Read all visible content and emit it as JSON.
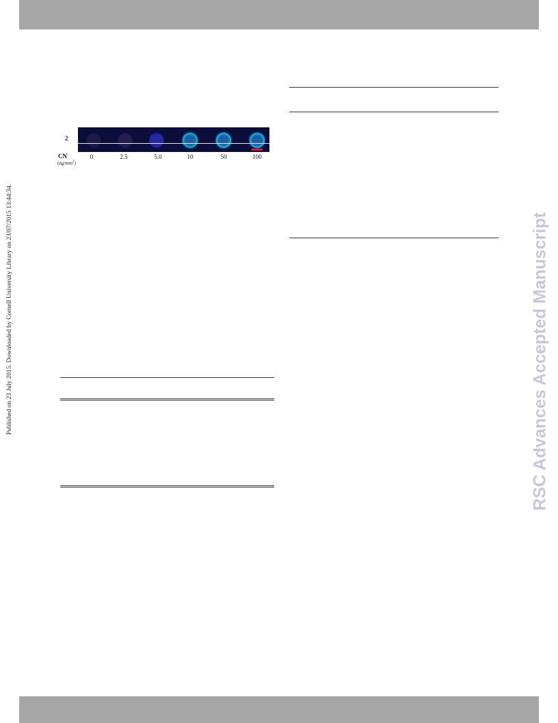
{
  "side_note": "Published on 23 July 2015. Downloaded by Cornell University Library on 23/07/2015 13:44:34.",
  "watermark": "RSC Advances Accepted Manuscript",
  "figure": {
    "row_label": "2",
    "axis_label": "CN",
    "axis_superscript": "-",
    "unit_label": "(ng/mm",
    "unit_superscript": "2",
    "unit_close": ")",
    "concentrations": [
      "0",
      "2.5",
      "5.0",
      "10",
      "50",
      "100"
    ],
    "well_colors": [
      "#1c1a4a",
      "#231d52",
      "#2626a6",
      "#1fb8d0",
      "#28c0e0",
      "#29b6e2"
    ],
    "scale_bar_color": "#e0143c"
  }
}
